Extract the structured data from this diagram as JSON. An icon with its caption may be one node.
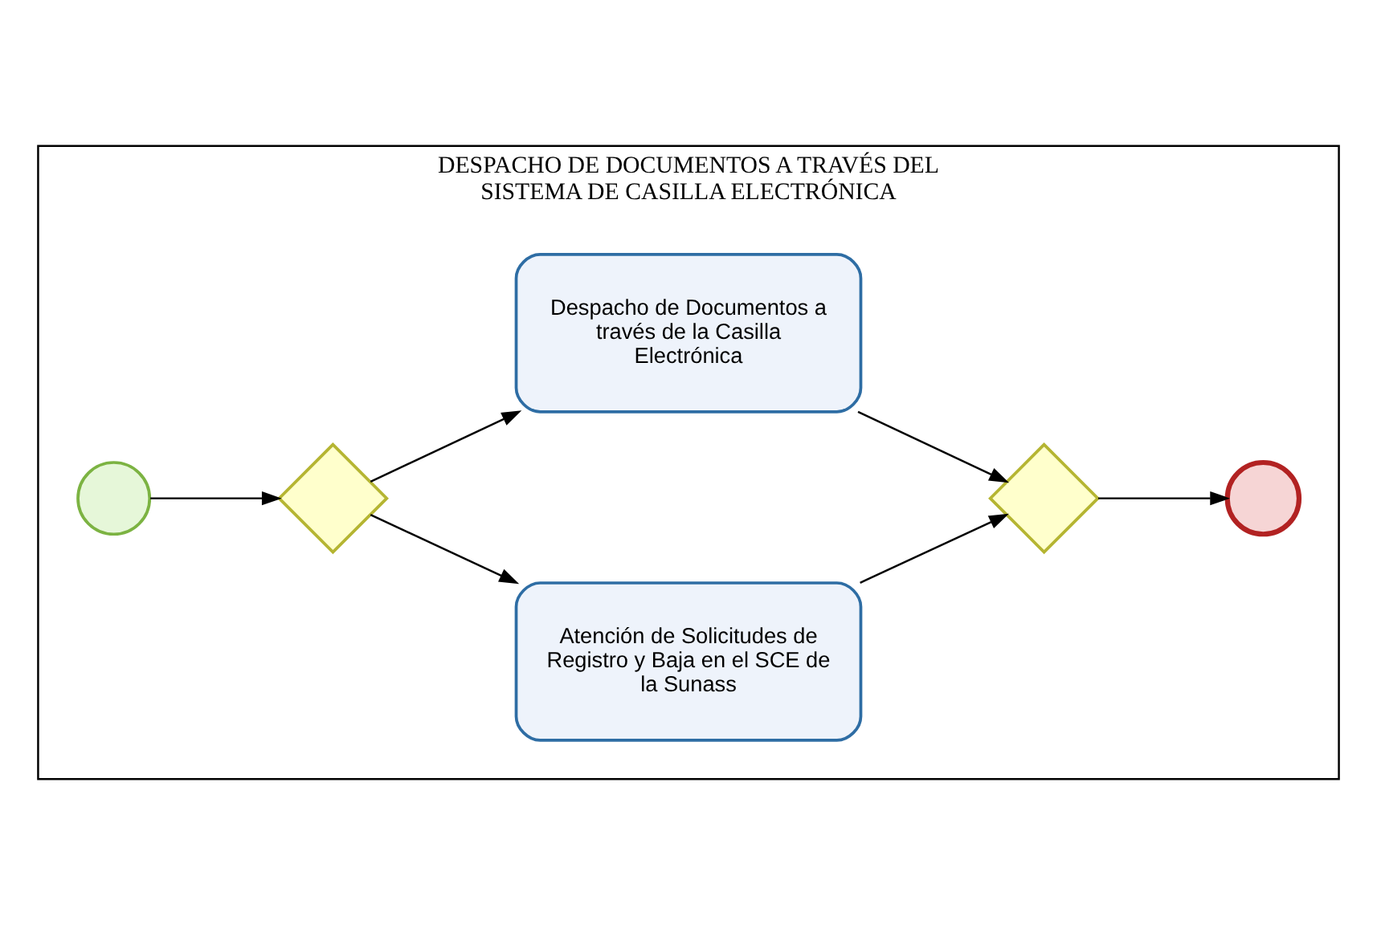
{
  "diagram": {
    "nodes": [
      {
        "text": [
          "DESPACHO DE DOCUMENTOS A TRAVÉS DEL SISTEMA DE CASILLA ELECTRÓNICA"
        ]
      },
      {
        "text": [],
        "shape": "circle",
        "in": 0
      },
      {
        "text": [],
        "shape": "diamond",
        "in": 0
      },
      {
        "text": [
          "Atención de Solicitudes de Registro y Baja en el SCE de la Sunass"
        ],
        "in": 0
      },
      {
        "text": [
          "Despacho de Documentos a través de la Casilla Electrónica"
        ],
        "in": 0
      },
      {
        "text": [],
        "shape": "diamond",
        "in": 0
      },
      {
        "text": [],
        "shape": "circle",
        "in": 0
      }
    ],
    "edges": [
      {
        "from": 1,
        "to": 2,
        "arrow": "to"
      },
      {
        "from": 2,
        "to": 3,
        "arrow": "to"
      },
      {
        "from": 2,
        "to": 4,
        "arrow": "to"
      },
      {
        "from": 3,
        "to": 5,
        "arrow": "to"
      },
      {
        "from": 4,
        "to": 5,
        "arrow": "to"
      },
      {
        "from": 5,
        "to": 6,
        "arrow": "to"
      }
    ]
  }
}
